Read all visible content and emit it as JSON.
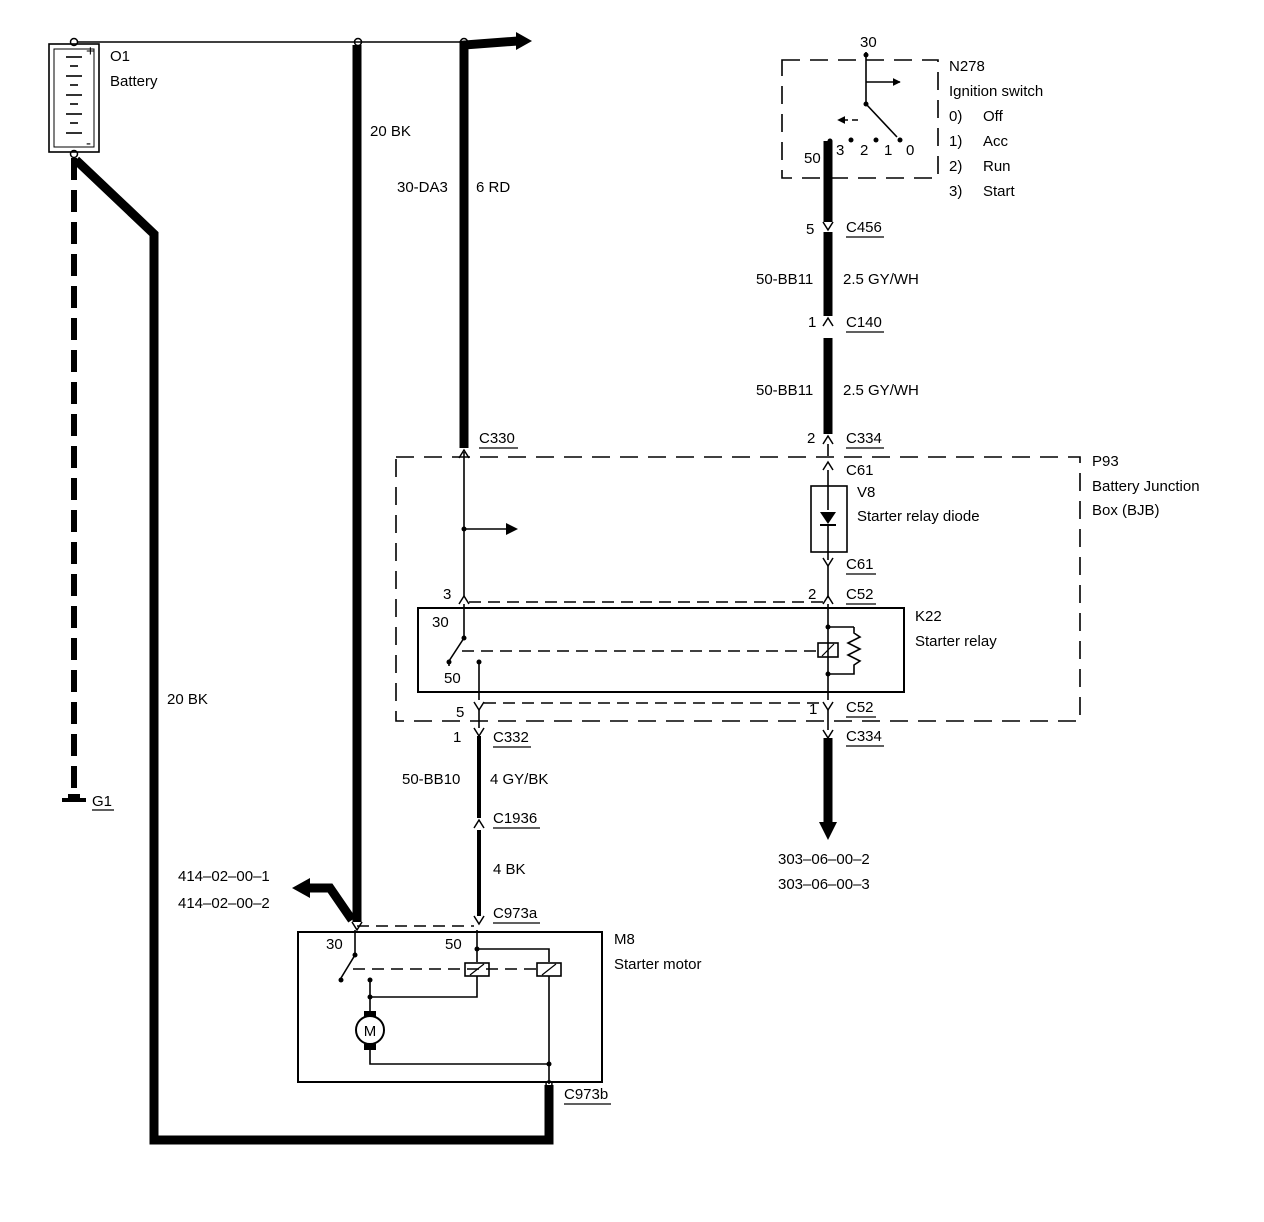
{
  "components": {
    "battery": {
      "code": "O1",
      "name": "Battery",
      "plus": "+",
      "minus": "-"
    },
    "ground": {
      "code": "G1"
    },
    "ignition_switch": {
      "code": "N278",
      "name": "Ignition switch",
      "terminal_top": "30",
      "terminal_bottom": "50",
      "contacts": [
        "3",
        "2",
        "1",
        "0"
      ],
      "positions": [
        {
          "num": "0)",
          "label": "Off"
        },
        {
          "num": "1)",
          "label": "Acc"
        },
        {
          "num": "2)",
          "label": "Run"
        },
        {
          "num": "3)",
          "label": "Start"
        }
      ]
    },
    "bjb": {
      "code": "P93",
      "name_line1": "Battery Junction",
      "name_line2": "Box (BJB)"
    },
    "diode": {
      "code": "V8",
      "name": "Starter relay diode"
    },
    "relay": {
      "code": "K22",
      "name": "Starter relay",
      "t30": "30",
      "t50": "50"
    },
    "starter": {
      "code": "M8",
      "name": "Starter motor",
      "t30": "30",
      "t50": "50",
      "motor_symbol": "M"
    }
  },
  "wires": {
    "bat_pos_circuit": "20 BK",
    "bat_neg_circuit": "20 BK",
    "feed_circuit": "30-DA3",
    "feed_size": "6 RD",
    "ign_circuit_1": "50-BB11",
    "ign_size_1": "2.5 GY/WH",
    "ign_circuit_2": "50-BB11",
    "ign_size_2": "2.5 GY/WH",
    "start_circuit": "50-BB10",
    "start_size": "4 GY/BK",
    "starter_feed_size": "4 BK"
  },
  "connectors": {
    "c456": {
      "id": "C456",
      "pin": "5"
    },
    "c140": {
      "id": "C140",
      "pin": "1"
    },
    "c334_top": {
      "id": "C334",
      "pin": "2"
    },
    "c330": {
      "id": "C330"
    },
    "c61_top": {
      "id": "C61"
    },
    "c61_bottom": {
      "id": "C61"
    },
    "c52_top": {
      "id": "C52",
      "pin": "2"
    },
    "relay_pin3": {
      "pin": "3"
    },
    "c52_bottom": {
      "id": "C52",
      "pin": "1"
    },
    "relay_pin5": {
      "pin": "5"
    },
    "c334_bottom": {
      "id": "C334"
    },
    "c332": {
      "id": "C332",
      "pin": "1"
    },
    "c1936": {
      "id": "C1936"
    },
    "c973a": {
      "id": "C973a"
    },
    "c973b": {
      "id": "C973b"
    }
  },
  "references": {
    "charging_1": "414–02–00–1",
    "charging_2": "414–02–00–2",
    "starting_1": "303–06–00–2",
    "starting_2": "303–06–00–3"
  }
}
